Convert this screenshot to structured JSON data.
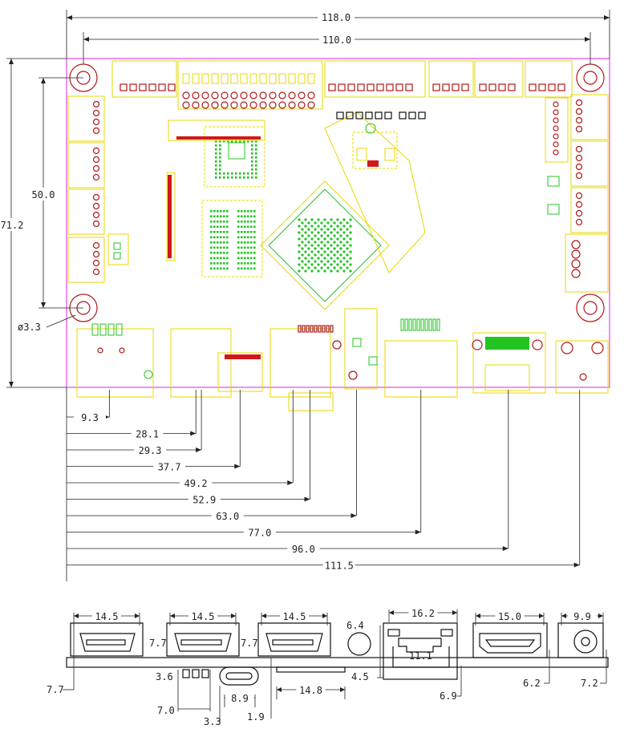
{
  "colors": {
    "outline": "#e020e0",
    "silkscreen": "#e8d800",
    "pads_green": "#22c422",
    "pads_red": "#d01a1a",
    "dimension": "#222222"
  },
  "top_view": {
    "overall_width": "118.0",
    "hole_spacing_x": "110.0",
    "overall_height": "71.2",
    "hole_spacing_y": "50.0",
    "hole_diameter": "ø3.3",
    "bottom_dims": [
      "9.3",
      "28.1",
      "29.3",
      "37.7",
      "49.2",
      "52.9",
      "63.0",
      "77.0",
      "96.0",
      "111.5"
    ]
  },
  "side_view": {
    "usb_width_1": "14.5",
    "usb_width_2": "14.5",
    "usb_width_3": "14.5",
    "rj45_width": "16.2",
    "hdmi_width": "15.0",
    "dc_width": "9.9",
    "usb_height_a": "7.7",
    "usb_height_b": "7.7",
    "usb_height_c": "7.7",
    "audio_height": "6.4",
    "rj45_inner": "11.1",
    "rj45_offset": "4.5",
    "rj45_depth": "6.9",
    "hdmi_height": "6.2",
    "dc_height": "7.2",
    "btn_height": "3.6",
    "btn_width": "7.0",
    "usbc_width": "8.9",
    "usbc_height": "3.3",
    "sd_offset": "1.9",
    "sd_width": "14.8"
  }
}
